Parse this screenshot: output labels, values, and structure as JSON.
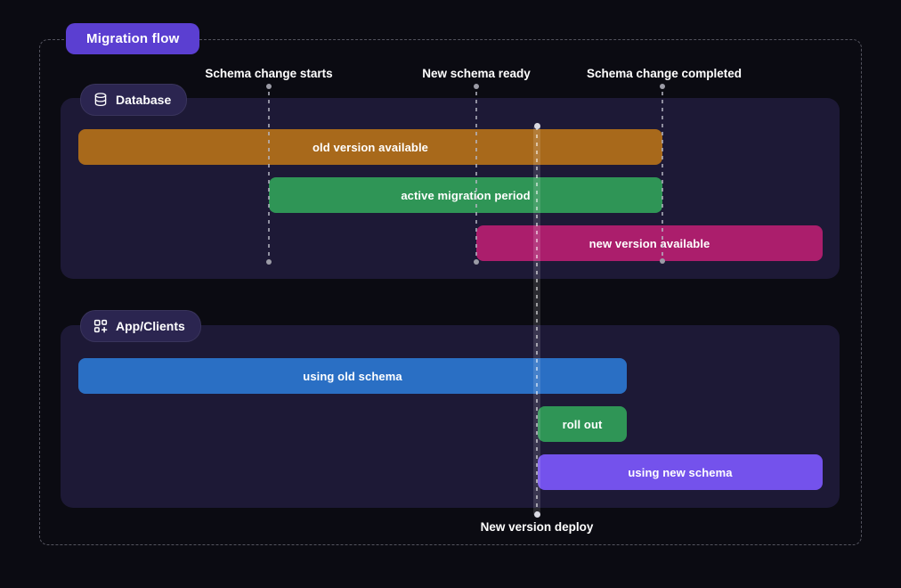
{
  "title": "Migration flow",
  "milestones": [
    {
      "label": "Schema change starts"
    },
    {
      "label": "New schema ready"
    },
    {
      "label": "Schema change completed"
    }
  ],
  "deploy_marker": {
    "label": "New version deploy"
  },
  "sections": [
    {
      "name": "Database",
      "icon": "database-icon",
      "bars": [
        {
          "label": "old version available",
          "color": "#a8691b"
        },
        {
          "label": "active migration period",
          "color": "#2f9556"
        },
        {
          "label": "new version available",
          "color": "#ab1e6c"
        }
      ]
    },
    {
      "name": "App/Clients",
      "icon": "apps-plus-icon",
      "bars": [
        {
          "label": "using old schema",
          "color": "#2a6fc4"
        },
        {
          "label": "roll out",
          "color": "#2f9556"
        },
        {
          "label": "using new schema",
          "color": "#7452ec"
        }
      ]
    }
  ],
  "colors": {
    "background": "#0b0b12",
    "panel": "#1d1936",
    "title_badge": "#5b3fd1",
    "section_badge": "#2b2550",
    "guide_line": "#9b9ba6",
    "bar_old_version": "#a8691b",
    "bar_migration_period": "#2f9556",
    "bar_new_version": "#ab1e6c",
    "bar_old_schema": "#2a6fc4",
    "bar_roll_out": "#2f9556",
    "bar_new_schema": "#7452ec"
  }
}
